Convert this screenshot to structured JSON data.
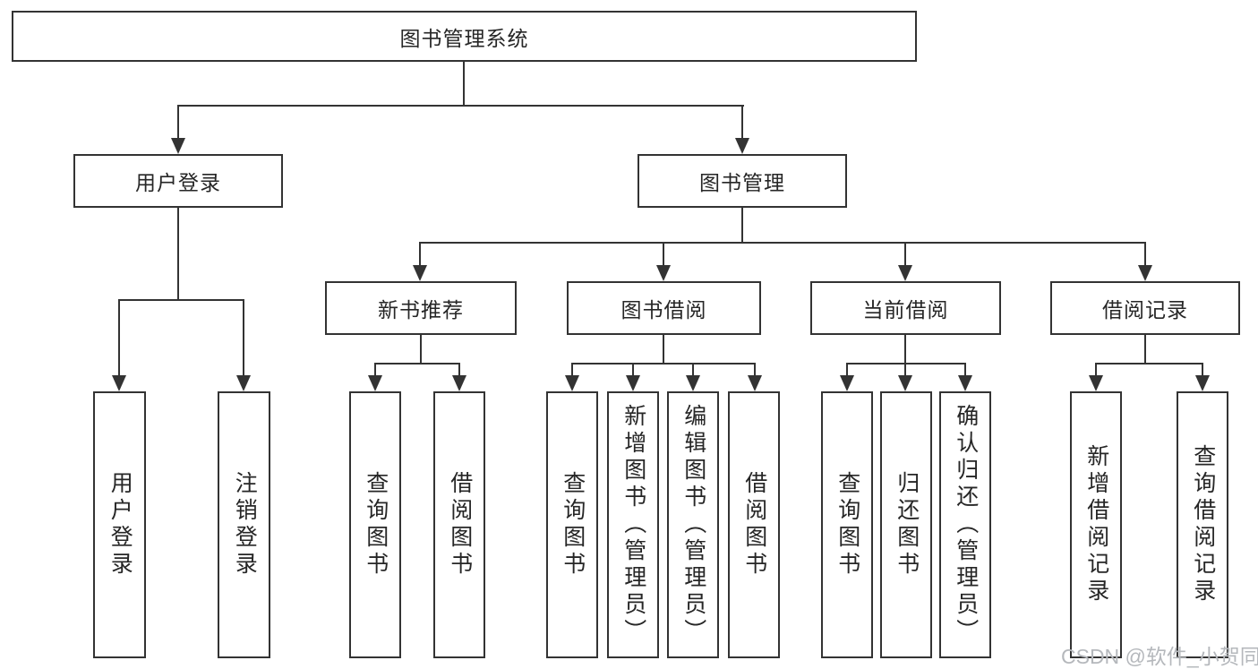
{
  "diagram": {
    "root_label": "图书管理系统",
    "branches": [
      {
        "label": "用户登录",
        "leaves": [
          "用户登录",
          "注销登录"
        ]
      },
      {
        "label": "图书管理",
        "groups": [
          {
            "label": "新书推荐",
            "leaves": [
              "查询图书",
              "借阅图书"
            ]
          },
          {
            "label": "图书借阅",
            "leaves": [
              "查询图书",
              "新增图书（管理员）",
              "编辑图书（管理员）",
              "借阅图书"
            ]
          },
          {
            "label": "当前借阅",
            "leaves": [
              "查询图书",
              "归还图书",
              "确认归还（管理员）"
            ]
          },
          {
            "label": "借阅记录",
            "leaves": [
              "新增借阅记录",
              "查询借阅记录"
            ]
          }
        ]
      }
    ]
  },
  "watermark": {
    "text": "CSDN @软件_小贺同学"
  },
  "colors": {
    "line": "#333333",
    "text": "#262626",
    "background": "#ffffff",
    "watermark": "#b5b8bc"
  }
}
